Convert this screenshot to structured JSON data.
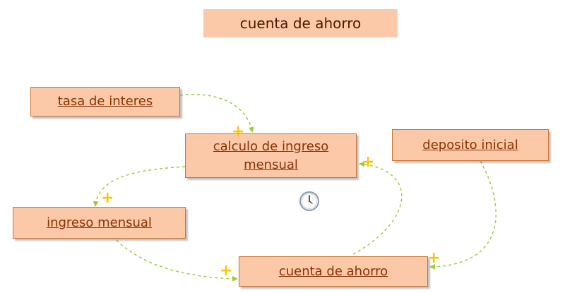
{
  "title": "cuenta de ahorro",
  "nodes": {
    "tasa_de_interes": "tasa de interes",
    "calculo_de_ingreso_mensual": "calculo de ingreso mensual",
    "deposito_inicial": "deposito inicial",
    "ingreso_mensual": "ingreso mensual",
    "cuenta_de_ahorro": "cuenta de ahorro"
  },
  "link_polarity": "+",
  "colors": {
    "node_fill": "#fcc9a8",
    "node_border": "#c9722e",
    "node_text": "#8a3200",
    "link": "#9ccc3c",
    "polarity": "#ffc400"
  },
  "icons": {
    "delay": "clock-icon"
  }
}
